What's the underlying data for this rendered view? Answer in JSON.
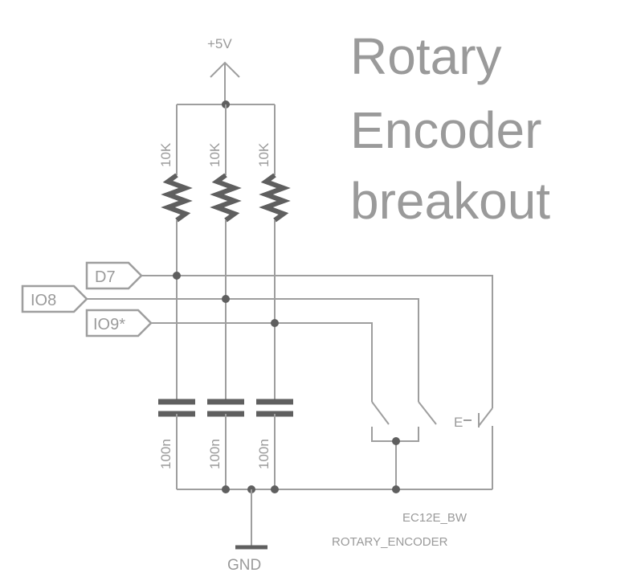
{
  "title": {
    "line1": "Rotary",
    "line2": "Encoder",
    "line3": "breakout"
  },
  "supply": {
    "label": "+5V"
  },
  "ground": {
    "label": "GND"
  },
  "nets": {
    "d7": "D7",
    "io8": "IO8",
    "io9": "IO9*"
  },
  "resistors": {
    "r1": "10K",
    "r2": "10K",
    "r3": "10K"
  },
  "capacitors": {
    "c1": "100n",
    "c2": "100n",
    "c3": "100n"
  },
  "encoder": {
    "switch_label": "E",
    "part_value": "EC12E_BW",
    "part_name": "ROTARY_ENCODER"
  },
  "colors": {
    "line": "#9e9e9e",
    "dark": "#5f5f5f",
    "title": "#9a9a9a"
  }
}
